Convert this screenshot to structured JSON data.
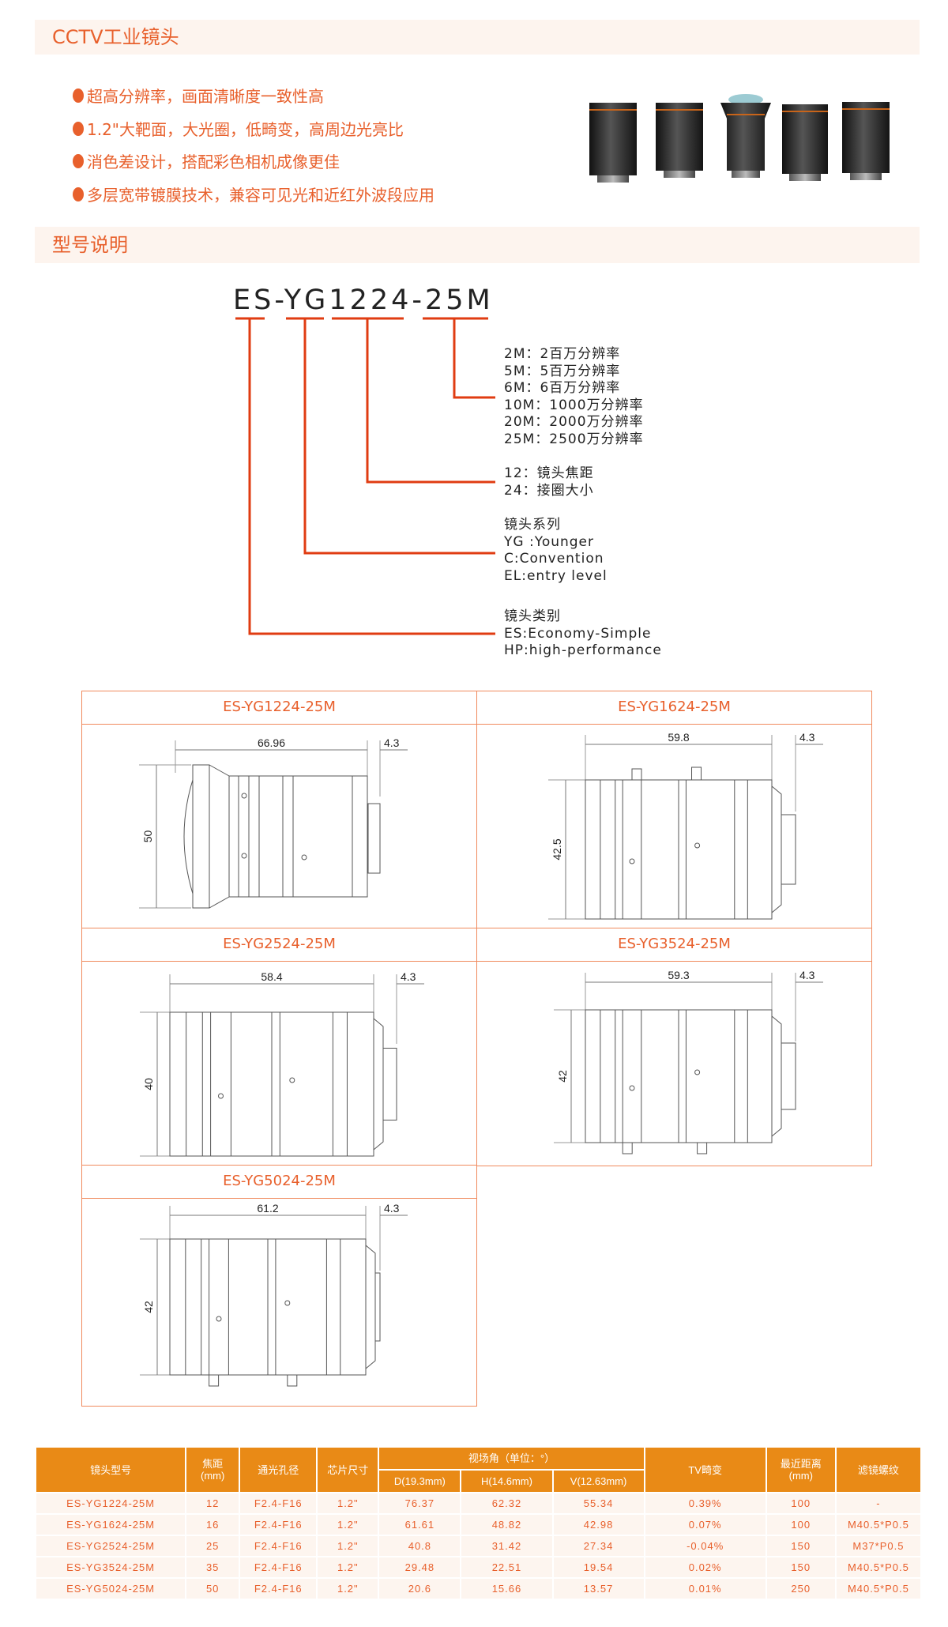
{
  "sections": {
    "intro_title": "CCTV工业镜头",
    "model_title": "型号说明"
  },
  "features": [
    "超高分辨率，画面清晰度一致性高",
    "1.2\"大靶面，大光圈，低畸变，高周边光亮比",
    "消色差设计，搭配彩色相机成像更佳",
    "多层宽带镀膜技术，兼容可见光和近红外波段应用"
  ],
  "model_code": {
    "code": "ES-YG1224-25M",
    "resolution": [
      "2M：2百万分辨率",
      "5M：5百万分辨率",
      "6M：6百万分辨率",
      "10M：1000万分辨率",
      "20M：2000万分辨率",
      "25M：2500万分辨率"
    ],
    "focal": [
      "12：镜头焦距",
      "24：接圈大小"
    ],
    "series": [
      "镜头系列",
      "YG :Younger",
      "C:Convention",
      "EL:entry level"
    ],
    "category": [
      "镜头类别",
      "ES:Economy-Simple",
      "HP:high-performance"
    ]
  },
  "drawings": [
    {
      "model": "ES-YG1224-25M",
      "length": "66.96",
      "flange": "4.3",
      "diameter": "50"
    },
    {
      "model": "ES-YG1624-25M",
      "length": "59.8",
      "flange": "4.3",
      "diameter": "42.5"
    },
    {
      "model": "ES-YG2524-25M",
      "length": "58.4",
      "flange": "4.3",
      "diameter": "40"
    },
    {
      "model": "ES-YG3524-25M",
      "length": "59.3",
      "flange": "4.3",
      "diameter": "42"
    },
    {
      "model": "ES-YG5024-25M",
      "length": "61.2",
      "flange": "4.3",
      "diameter": "42"
    }
  ],
  "table": {
    "headers": {
      "model": "镜头型号",
      "focal": "焦距\n(mm)",
      "aperture": "通光孔径",
      "sensor": "芯片尺寸",
      "fov": "视场角（单位：°）",
      "d": "D(19.3mm)",
      "h": "H(14.6mm)",
      "v": "V(12.63mm)",
      "distortion": "TV畸变",
      "mod": "最近距离\n(mm)",
      "filter": "滤镜螺纹"
    },
    "rows": [
      [
        "ES-YG1224-25M",
        "12",
        "F2.4-F16",
        "1.2\"",
        "76.37",
        "62.32",
        "55.34",
        "0.39%",
        "100",
        "-"
      ],
      [
        "ES-YG1624-25M",
        "16",
        "F2.4-F16",
        "1.2\"",
        "61.61",
        "48.82",
        "42.98",
        "0.07%",
        "100",
        "M40.5*P0.5"
      ],
      [
        "ES-YG2524-25M",
        "25",
        "F2.4-F16",
        "1.2\"",
        "40.8",
        "31.42",
        "27.34",
        "-0.04%",
        "150",
        "M37*P0.5"
      ],
      [
        "ES-YG3524-25M",
        "35",
        "F2.4-F16",
        "1.2\"",
        "29.48",
        "22.51",
        "19.54",
        "0.02%",
        "150",
        "M40.5*P0.5"
      ],
      [
        "ES-YG5024-25M",
        "50",
        "F2.4-F16",
        "1.2\"",
        "20.6",
        "15.66",
        "13.57",
        "0.01%",
        "250",
        "M40.5*P0.5"
      ]
    ]
  },
  "colors": {
    "accent": "#e8602c",
    "header": "#e98a16",
    "band": "#fdf4ee"
  }
}
